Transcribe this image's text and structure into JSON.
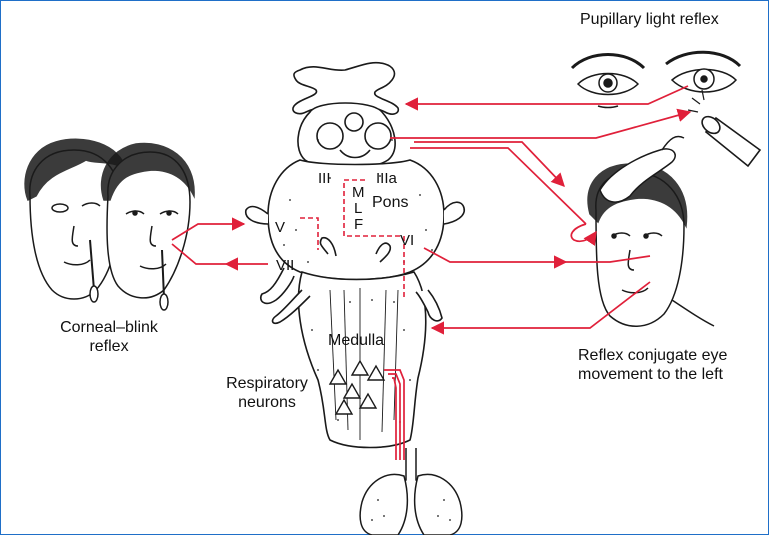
{
  "labels": {
    "pupillary": "Pupillary light reflex",
    "corneal_line1": "Corneal–blink",
    "corneal_line2": "reflex",
    "medulla": "Medulla",
    "pons": "Pons",
    "respiratory_line1": "Respiratory",
    "respiratory_line2": "neurons",
    "conjugate_line1": "Reflex conjugate eye",
    "conjugate_line2": "movement to the left",
    "nerve_III": "III",
    "nerve_IIIa": "IIIa",
    "nerve_V": "V",
    "nerve_VI": "VI",
    "nerve_VII": "VII",
    "mlf_M": "M",
    "mlf_L": "L",
    "mlf_F": "F"
  },
  "colors": {
    "pathway": "#e0203a",
    "linework": "#1a1a1a",
    "frame": "#1f6fc8"
  },
  "icons": [
    "eyes-illustration",
    "penlight-icon",
    "faces-illustration",
    "brainstem-illustration",
    "head-illustration",
    "lungs-illustration"
  ]
}
